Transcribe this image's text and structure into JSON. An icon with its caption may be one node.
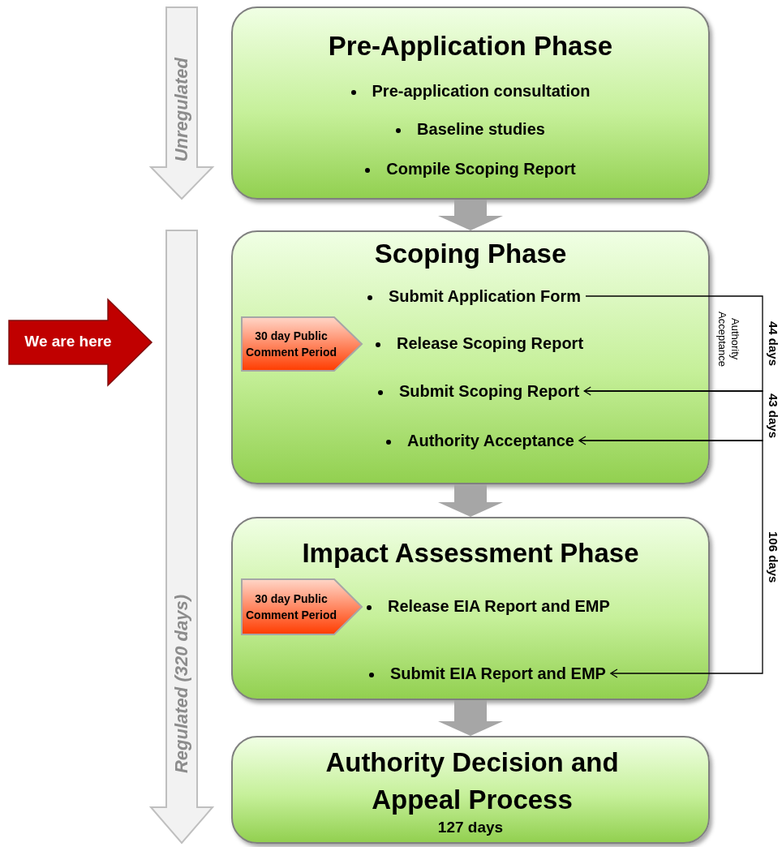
{
  "diagram": {
    "nodes": [
      {
        "text": [
          "Unregulated"
        ]
      },
      {
        "text": [
          "Pre-Application Phase"
        ]
      },
      {
        "text": [
          "Pre-application consultation"
        ],
        "in": 1
      },
      {
        "text": [
          "Baseline studies"
        ],
        "in": 1
      },
      {
        "text": [
          "Compile Scoping Report"
        ],
        "in": 1
      },
      {
        "text": [
          "We are here"
        ]
      },
      {
        "text": [
          "Regulated (320 days)"
        ]
      },
      {
        "text": [
          "Scoping Phase"
        ]
      },
      {
        "text": [
          "Submit Application Form"
        ],
        "in": 7
      },
      {
        "text": [
          "30 day Public Comment Period"
        ],
        "in": 7
      },
      {
        "text": [
          "Release Scoping Report"
        ],
        "in": 7
      },
      {
        "text": [
          "Submit Scoping Report"
        ],
        "in": 7
      },
      {
        "text": [
          "Authority Acceptance"
        ],
        "in": 7
      },
      {
        "text": [
          "Impact Assessment Phase"
        ]
      },
      {
        "text": [
          "30 day Public Comment Period"
        ],
        "in": 13
      },
      {
        "text": [
          "Release EIA Report and EMP"
        ],
        "in": 13
      },
      {
        "text": [
          "Submit EIA Report and EMP"
        ],
        "in": 13
      },
      {
        "text": [
          "Authority Decision and Appeal Process",
          "127 days"
        ]
      }
    ],
    "edges": [
      {
        "from": 1,
        "to": 7,
        "arrow": "to",
        "style": "thick",
        "color": "#a6a6a6"
      },
      {
        "from": 7,
        "to": 13,
        "arrow": "to",
        "style": "thick",
        "color": "#a6a6a6"
      },
      {
        "from": 13,
        "to": 17,
        "arrow": "to",
        "style": "thick",
        "color": "#a6a6a6"
      },
      {
        "from": 8,
        "to": 11,
        "arrow": "to",
        "label": "44 days"
      },
      {
        "from": 11,
        "to": 12,
        "arrow": "to",
        "label": "43 days"
      },
      {
        "from": 12,
        "to": 16,
        "arrow": "to",
        "label": "106 days"
      }
    ],
    "labels": [
      "Authority Acceptance"
    ]
  }
}
